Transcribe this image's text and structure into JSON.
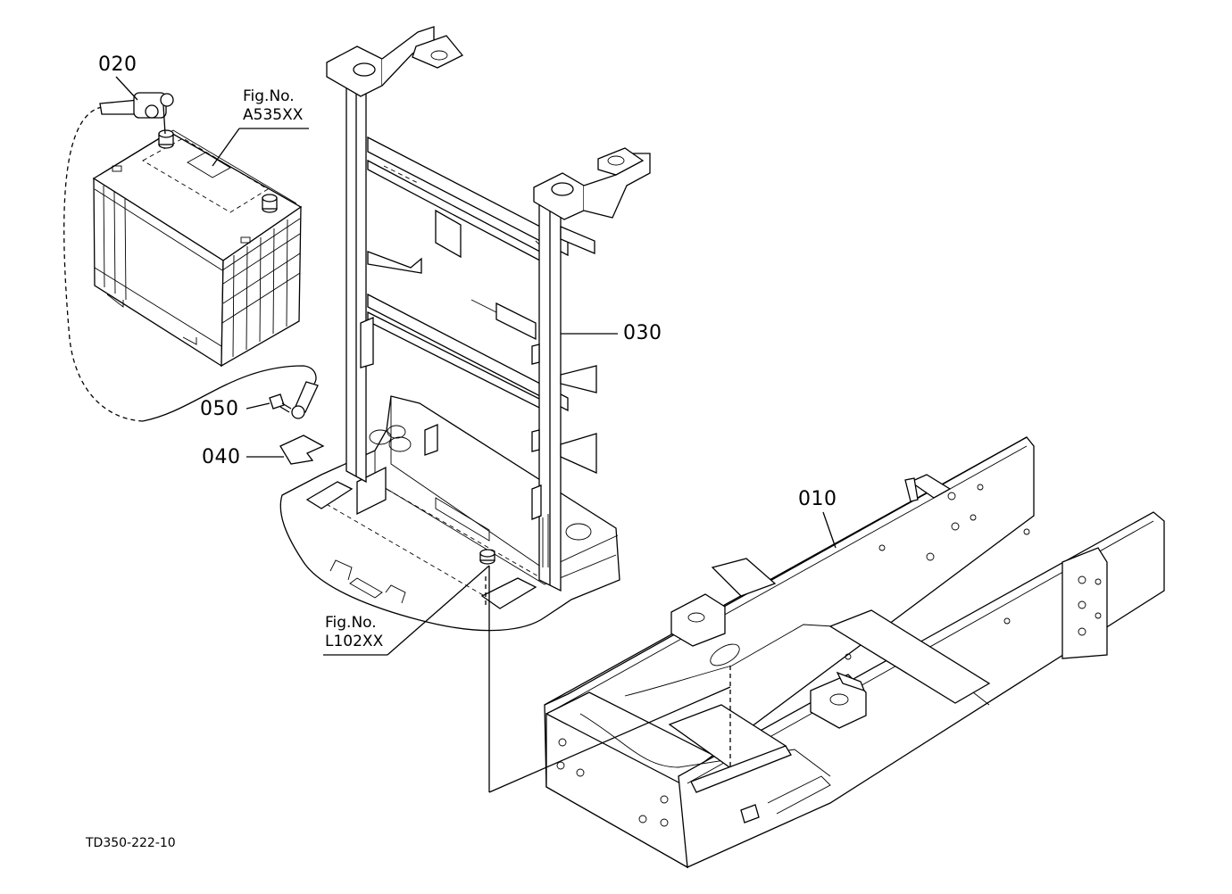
{
  "diagram": {
    "part_labels": {
      "p010": "010",
      "p020": "020",
      "p030": "030",
      "p040": "040",
      "p050": "050"
    },
    "figure_refs": {
      "battery": {
        "line1": "Fig.No.",
        "line2": "A535XX"
      },
      "bolt": {
        "line1": "Fig.No.",
        "line2": "L102XX"
      }
    },
    "drawing_code": "TD350-222-10",
    "line_color": "#000000",
    "background_color": "#ffffff"
  }
}
